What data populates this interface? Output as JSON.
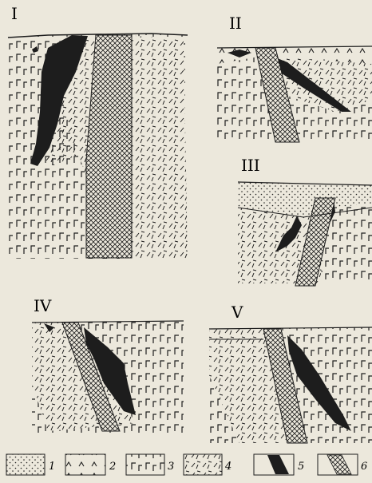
{
  "panels": [
    {
      "id": "I",
      "label": "I"
    },
    {
      "id": "II",
      "label": "II"
    },
    {
      "id": "III",
      "label": "III"
    },
    {
      "id": "IV",
      "label": "IV"
    },
    {
      "id": "V",
      "label": "V"
    }
  ],
  "legend": [
    {
      "num": "1",
      "pattern": "dots"
    },
    {
      "num": "2",
      "pattern": "carets"
    },
    {
      "num": "3",
      "pattern": "gamma"
    },
    {
      "num": "4",
      "pattern": "dashes"
    },
    {
      "num": "5",
      "pattern": "solid-black"
    },
    {
      "num": "6",
      "pattern": "crosshatch"
    }
  ],
  "colors": {
    "ink": "#1d1d1d",
    "paper": "#ece8dc"
  }
}
